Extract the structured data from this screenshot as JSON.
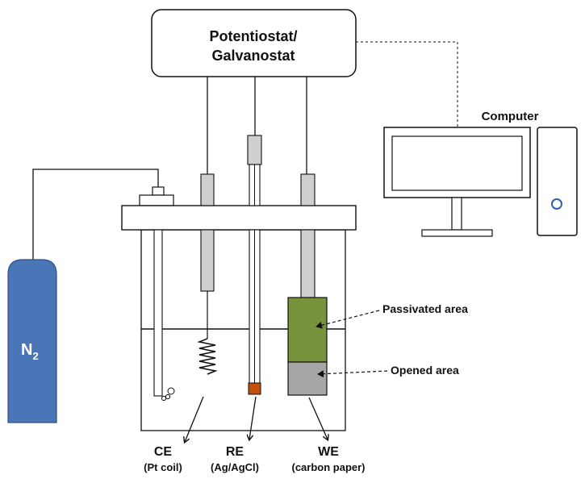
{
  "instrument": {
    "line1": "Potentiostat/",
    "line2": "Galvanostat"
  },
  "computer": {
    "label": "Computer"
  },
  "gas": {
    "symbol": "N",
    "subscript": "2"
  },
  "working_electrode": {
    "passivated_label": "Passivated area",
    "opened_label": "Opened area"
  },
  "electrodes": [
    {
      "abbr": "CE",
      "desc": "(Pt coil)"
    },
    {
      "abbr": "RE",
      "desc": "(Ag/AgCl)"
    },
    {
      "abbr": "WE",
      "desc": "(carbon paper)"
    }
  ],
  "colors": {
    "line": "#111111",
    "n2_cylinder": "#4a76b8",
    "passivated": "#77933c",
    "opened": "#a6a6a6",
    "electrode_rod": "#cfcfcf",
    "re_tip": "#c0500a",
    "power_button": "#2f5fa8"
  }
}
